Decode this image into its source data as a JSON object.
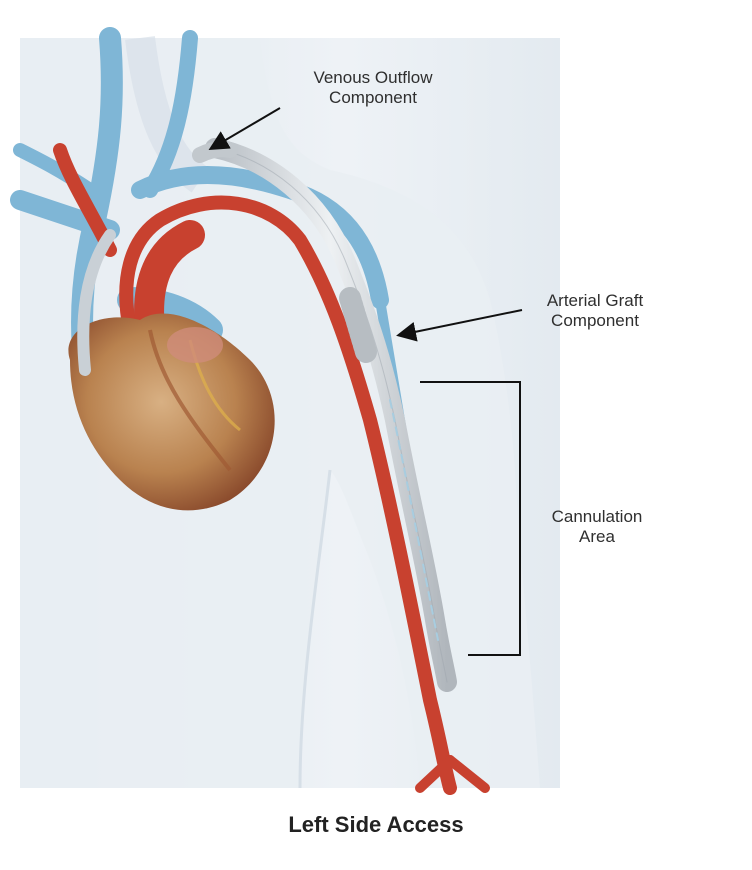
{
  "labels": {
    "venous_outflow": [
      "Venous Outflow",
      "Component"
    ],
    "arterial_graft": [
      "Arterial Graft",
      "Component"
    ],
    "cannulation_area": [
      "Cannulation",
      "Area"
    ]
  },
  "caption": "Left Side Access",
  "colors": {
    "artery": "#c8412f",
    "vein": "#7fb6d6",
    "graft": "#d9dde0",
    "skin": "#e9eef3",
    "heart": "#c79a6e"
  }
}
